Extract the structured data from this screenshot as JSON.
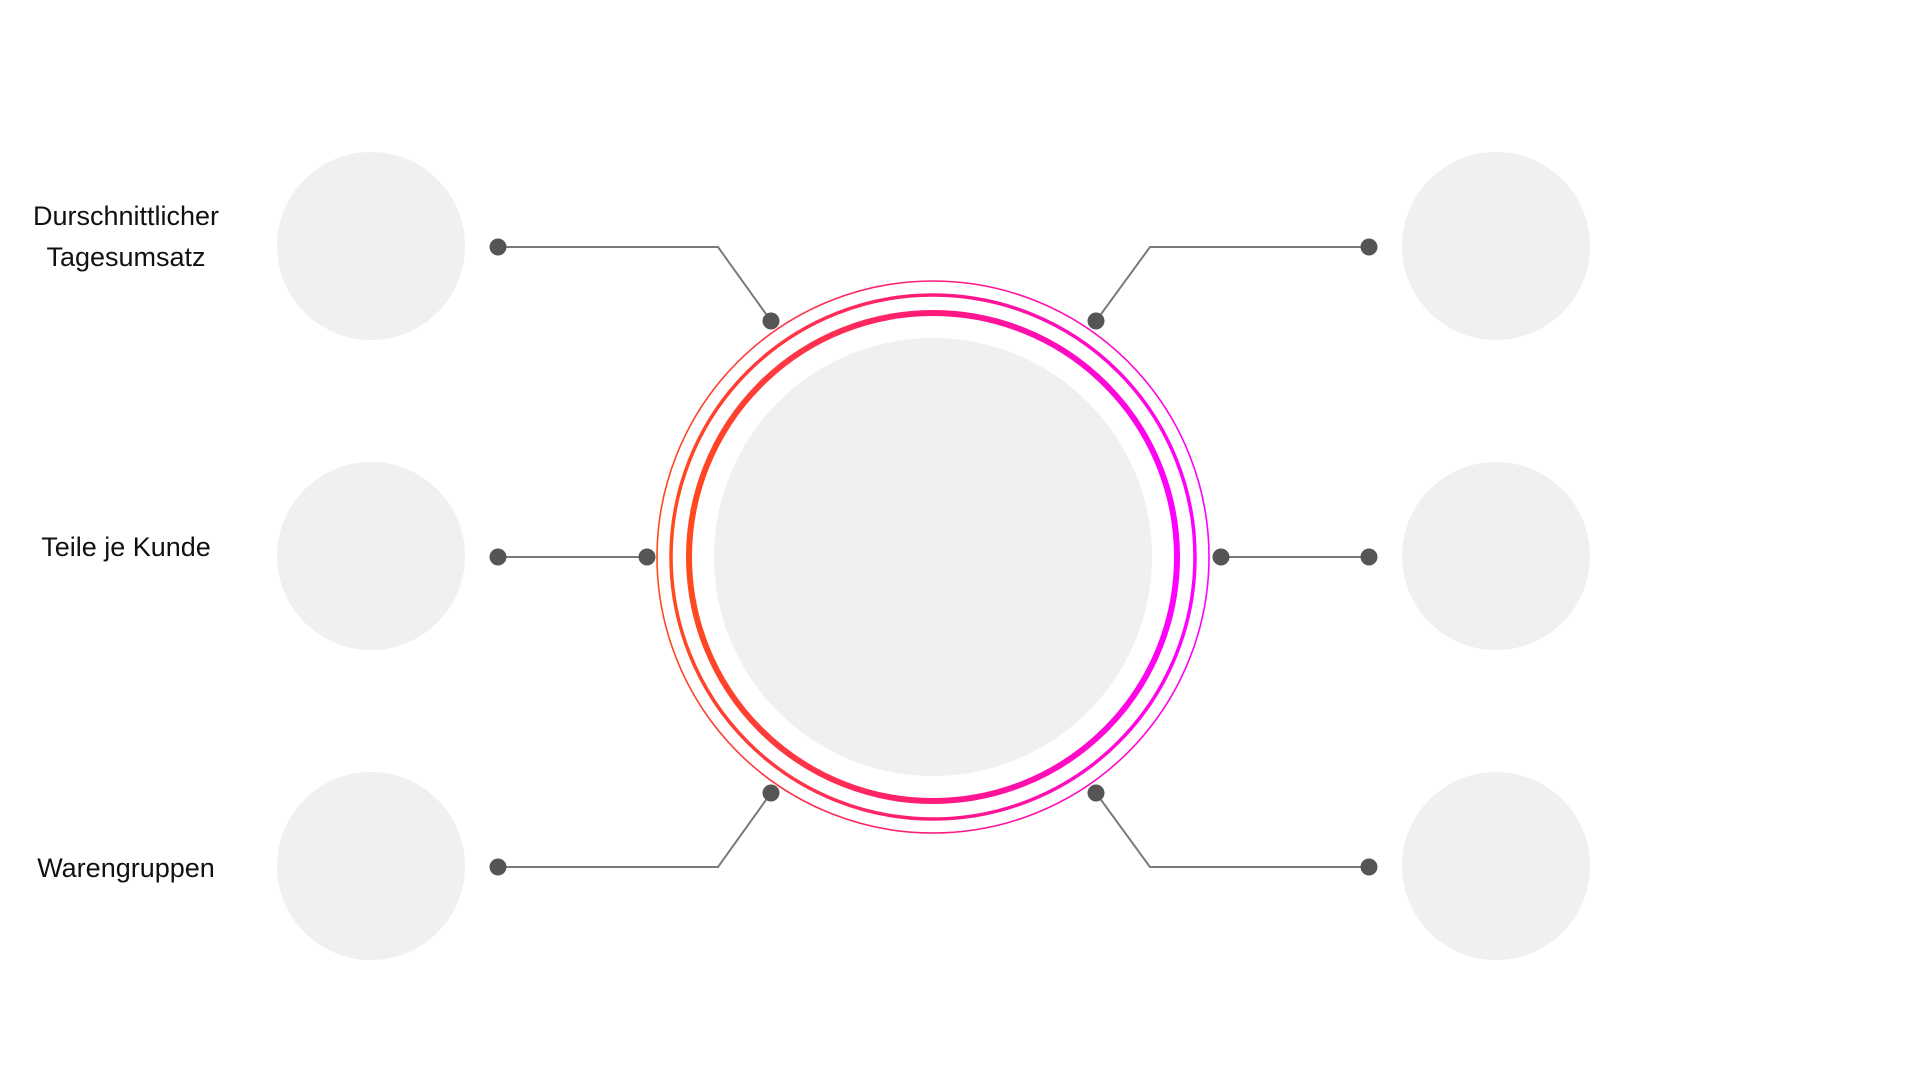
{
  "labels": {
    "top": [
      "Durschnittlicher",
      "Tagesumsatz"
    ],
    "middle": "Teile je Kunde",
    "bottom": "Warengruppen"
  },
  "colors": {
    "ring_start": "#ff4a1c",
    "ring_mid": "#ff1a7a",
    "ring_end": "#ff00ff",
    "placeholder": "#f0f0f0",
    "connector": "#7a7a7a",
    "dot": "#555555"
  }
}
